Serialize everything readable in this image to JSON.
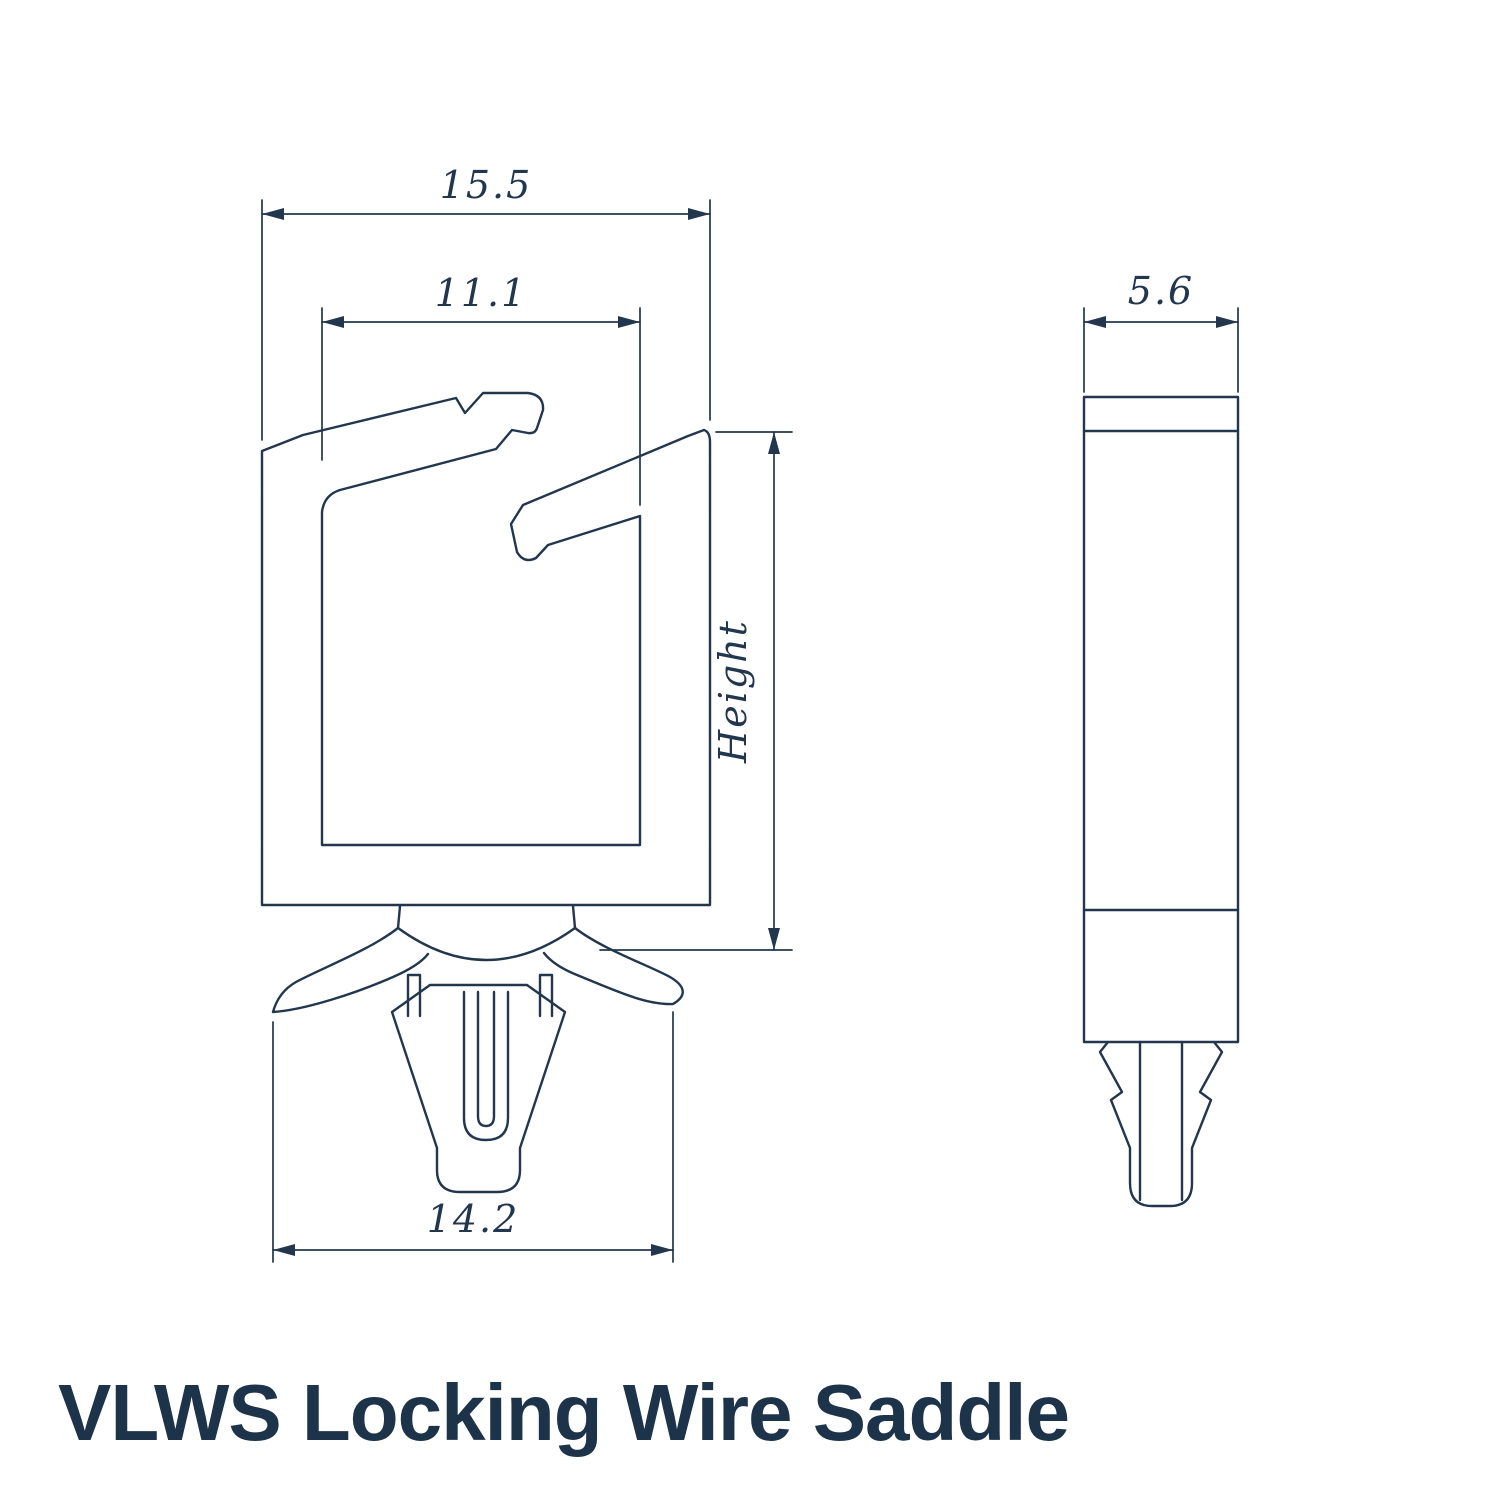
{
  "title": "VLWS Locking Wire Saddle",
  "colors": {
    "line": "#22374e",
    "dimension_text": "#22374e",
    "title_text": "#1d3349"
  },
  "dimensions": {
    "overall_width": "15.5",
    "inner_width": "11.1",
    "side_depth": "5.6",
    "mount_span": "14.2",
    "height_label": "Height"
  }
}
